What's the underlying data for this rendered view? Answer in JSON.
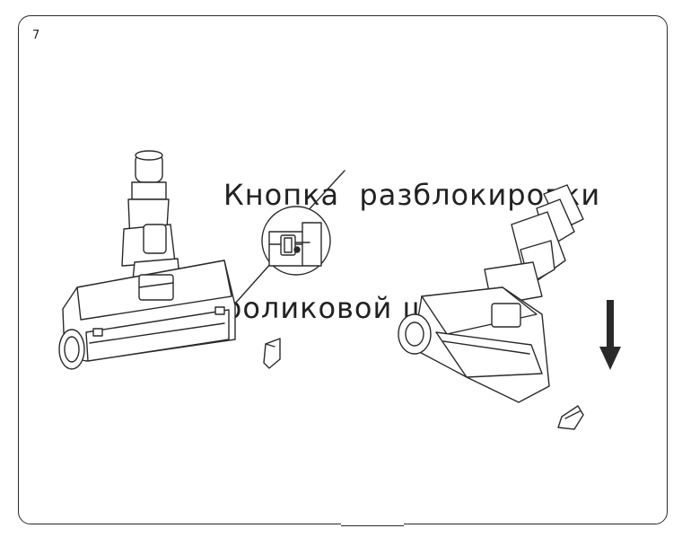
{
  "step": {
    "number": "7"
  },
  "callout": {
    "line1": "Кнопка  разблокировки",
    "line2": "роликовой щетки"
  },
  "icons": {
    "left_nozzle": "vacuum-nozzle-illustration",
    "detail": "unlock-button-detail-icon",
    "right_nozzle": "tilted-vacuum-nozzle-illustration",
    "arrow": "arrow-down-icon"
  }
}
